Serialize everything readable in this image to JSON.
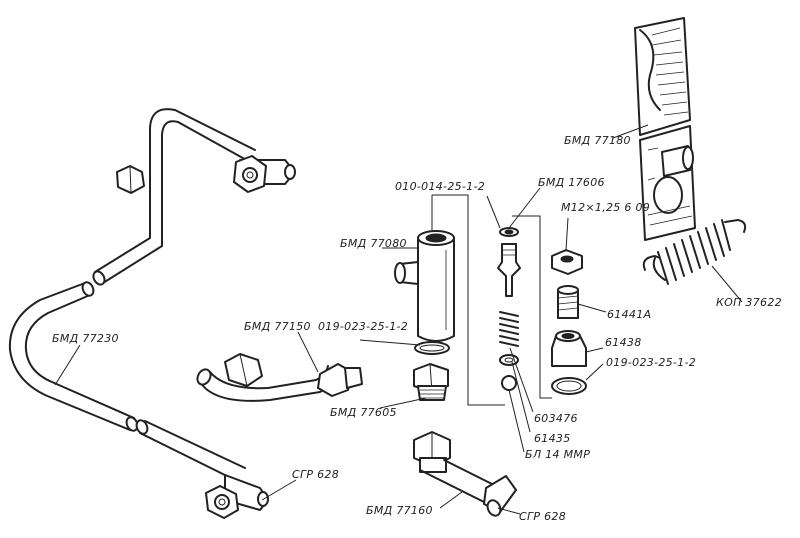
{
  "labels": {
    "bracket_top": "БМД 77180",
    "bolt_spec": "М12×1,25 6 09",
    "kit_010": "010-014-25-1-2",
    "valve_17606": "БМД 17606",
    "body_77080": "БМД 77080",
    "spring_37622": "КОП 37622",
    "plug_61441a": "61441А",
    "pipe_77150": "БМД 77150",
    "ring_019_left": "019-023-25-1-2",
    "pipe_77230": "БМД 77230",
    "nut_61438": "61438",
    "ring_019_right": "019-023-25-1-2",
    "union_77605": "БМД 77605",
    "spring_603476": "603476",
    "ball_61435": "61435",
    "ball_bl14": "БЛ 14 ММР",
    "cgr_left": "СГР 628",
    "pipe_77160": "БМД 77160",
    "cgr_right": "СГР 628"
  }
}
